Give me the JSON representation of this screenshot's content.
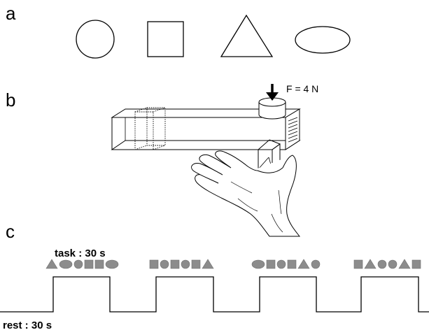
{
  "panels": {
    "a": {
      "label": "a",
      "shapes": [
        "circle",
        "square",
        "triangle",
        "ellipse"
      ]
    },
    "b": {
      "label": "b",
      "force_label": "F = 4 N"
    },
    "c": {
      "label": "c",
      "task_label": "task : 30 s",
      "rest_label": "rest : 30 s",
      "blocks": [
        [
          "triangle",
          "ellipse",
          "circle",
          "square",
          "square",
          "ellipse"
        ],
        [
          "square",
          "circle",
          "square",
          "circle",
          "square",
          "triangle"
        ],
        [
          "ellipse",
          "square",
          "circle",
          "square",
          "triangle",
          "circle"
        ],
        [
          "square",
          "triangle",
          "circle",
          "circle",
          "triangle",
          "square"
        ]
      ]
    }
  },
  "colors": {
    "stimulus_fill": "#8c8c8c",
    "line": "#000000"
  }
}
